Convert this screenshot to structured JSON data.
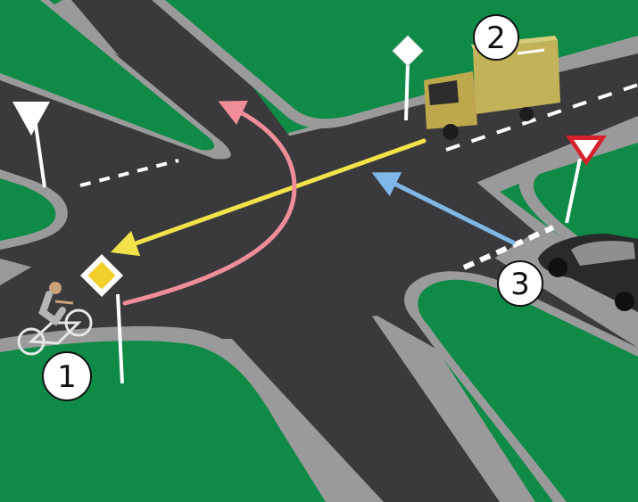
{
  "participants": [
    {
      "id": "cyclist",
      "number": "1"
    },
    {
      "id": "truck",
      "number": "2"
    },
    {
      "id": "car",
      "number": "3"
    }
  ],
  "colors": {
    "grass": "#0f8a47",
    "sidewalk": "#9a9a9a",
    "road": "#3a3a3c",
    "arrow_yellow": "#f2e34a",
    "arrow_pink": "#ef8d99",
    "arrow_blue": "#7fb7e8",
    "priority_sign": "#f2cf2a",
    "yield_border": "#d6202b"
  },
  "icons": [
    "yield-sign-icon",
    "priority-road-sign-icon",
    "bicycle-icon",
    "truck-icon",
    "car-icon"
  ]
}
